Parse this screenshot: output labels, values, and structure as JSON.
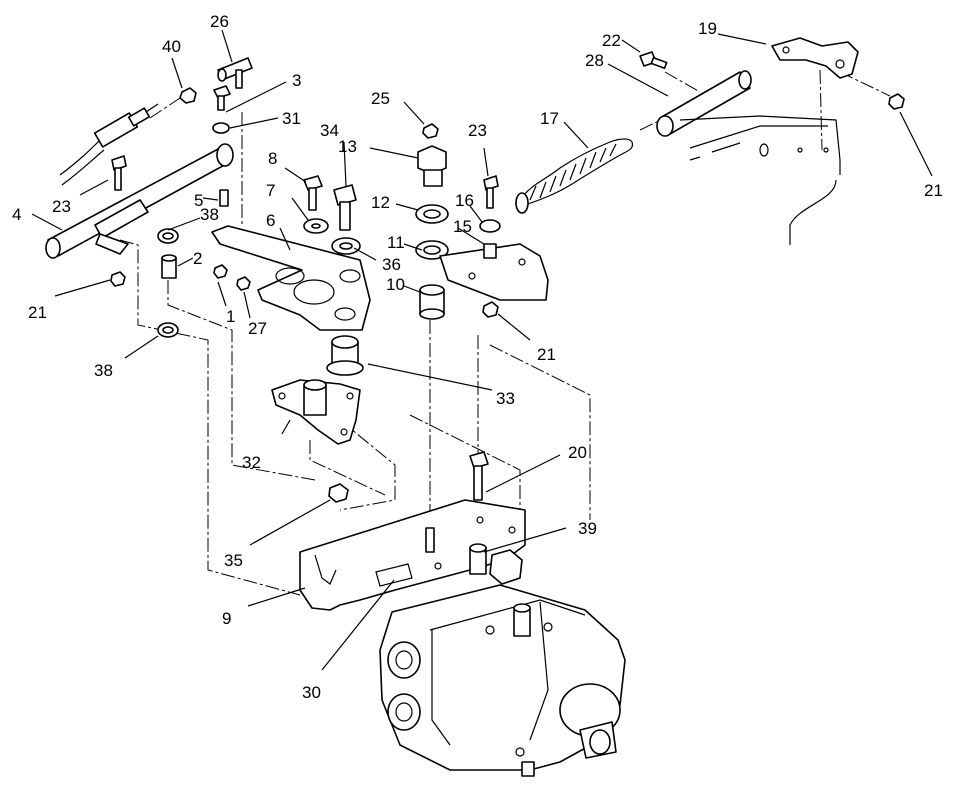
{
  "labels": {
    "p1": "1",
    "p2": "2",
    "p3": "3",
    "p4": "4",
    "p5": "5",
    "p6": "6",
    "p7": "7",
    "p8": "8",
    "p9": "9",
    "p10": "10",
    "p11": "11",
    "p12": "12",
    "p13": "13",
    "p15": "15",
    "p16": "16",
    "p17": "17",
    "p19": "19",
    "p20": "20",
    "p21a": "21",
    "p21b": "21",
    "p21c": "21",
    "p22": "22",
    "p23a": "23",
    "p23b": "23",
    "p25": "25",
    "p26": "26",
    "p27": "27",
    "p28": "28",
    "p30": "30",
    "p31": "31",
    "p32": "32",
    "p33": "33",
    "p34": "34",
    "p35": "35",
    "p36": "36",
    "p38a": "38",
    "p38b": "38",
    "p39": "39",
    "p40": "40"
  }
}
